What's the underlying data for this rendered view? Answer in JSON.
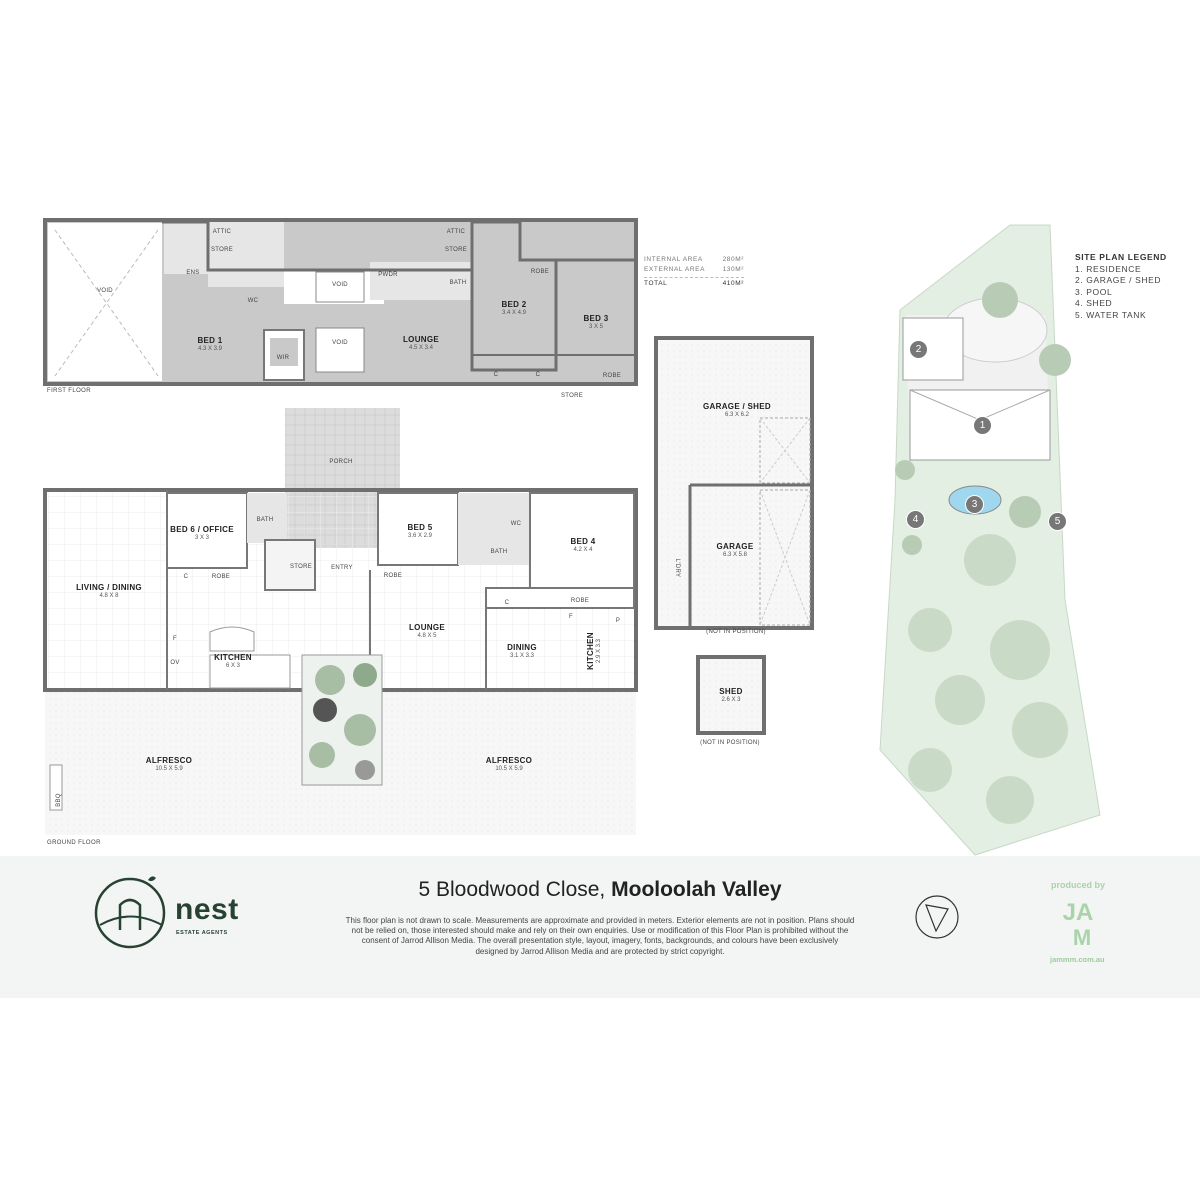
{
  "colors": {
    "wall": "#6f6f6f",
    "first_floor_fill": "#c9c9c9",
    "wet_area": "#e6e6e6",
    "site_green": "#e3efe3",
    "brand_green": "#274233",
    "jam_green": "#a9d3a9",
    "footer_bg": "#f3f5f4"
  },
  "first_floor": {
    "label": "FIRST FLOOR",
    "rooms": [
      {
        "name": "VOID",
        "dims": ""
      },
      {
        "name": "ENS",
        "dims": ""
      },
      {
        "name": "ATTIC STORE",
        "dims": ""
      },
      {
        "name": "WC",
        "dims": ""
      },
      {
        "name": "VOID",
        "dims": ""
      },
      {
        "name": "PWDR",
        "dims": ""
      },
      {
        "name": "BATH",
        "dims": ""
      },
      {
        "name": "ATTIC STORE",
        "dims": ""
      },
      {
        "name": "BED 1",
        "dims": "4.3 X 3.9"
      },
      {
        "name": "WIR",
        "dims": ""
      },
      {
        "name": "VOID",
        "dims": ""
      },
      {
        "name": "LOUNGE",
        "dims": "4.5 X 3.4"
      },
      {
        "name": "BED 2",
        "dims": "3.4 X 4.9"
      },
      {
        "name": "ROBE",
        "dims": ""
      },
      {
        "name": "BED 3",
        "dims": "3 X 5"
      },
      {
        "name": "C",
        "dims": ""
      },
      {
        "name": "C",
        "dims": ""
      },
      {
        "name": "ROBE",
        "dims": ""
      },
      {
        "name": "STORE",
        "dims": ""
      }
    ]
  },
  "areas": {
    "internal": {
      "label": "INTERNAL AREA",
      "value": "280M²"
    },
    "external": {
      "label": "EXTERNAL AREA",
      "value": "130M²"
    },
    "total": {
      "label": "TOTAL",
      "value": "410M²"
    }
  },
  "ground_floor": {
    "label": "GROUND FLOOR",
    "rooms": [
      {
        "name": "PORCH",
        "dims": ""
      },
      {
        "name": "BED 6 / OFFICE",
        "dims": "3 X 3"
      },
      {
        "name": "BATH",
        "dims": ""
      },
      {
        "name": "C",
        "dims": ""
      },
      {
        "name": "ROBE",
        "dims": ""
      },
      {
        "name": "STORE",
        "dims": ""
      },
      {
        "name": "ENTRY",
        "dims": ""
      },
      {
        "name": "BED 5",
        "dims": "3.6 X 2.9"
      },
      {
        "name": "ROBE",
        "dims": ""
      },
      {
        "name": "BATH",
        "dims": ""
      },
      {
        "name": "WC",
        "dims": ""
      },
      {
        "name": "BED 4",
        "dims": "4.2 X 4"
      },
      {
        "name": "C",
        "dims": ""
      },
      {
        "name": "ROBE",
        "dims": ""
      },
      {
        "name": "LIVING / DINING",
        "dims": "4.8 X 8"
      },
      {
        "name": "F",
        "dims": ""
      },
      {
        "name": "OV",
        "dims": ""
      },
      {
        "name": "KITCHEN",
        "dims": "6 X 3"
      },
      {
        "name": "LOUNGE",
        "dims": "4.8 X 5"
      },
      {
        "name": "DINING",
        "dims": "3.1 X 3.3"
      },
      {
        "name": "F",
        "dims": ""
      },
      {
        "name": "P",
        "dims": ""
      },
      {
        "name": "KITCHEN",
        "dims": "2.9 X 3.3"
      },
      {
        "name": "ALFRESCO",
        "dims": "10.5 X 5.9"
      },
      {
        "name": "ALFRESCO",
        "dims": "10.5 X 5.9"
      },
      {
        "name": "BBQ",
        "dims": ""
      }
    ]
  },
  "outbuildings": {
    "garage_shed": {
      "name": "GARAGE / SHED",
      "dims": "6.3 X 6.2"
    },
    "garage": {
      "name": "GARAGE",
      "dims": "6.3 X 5.8"
    },
    "laundry": {
      "name": "L'DRY",
      "dims": ""
    },
    "garage_note": "(NOT IN POSITION)",
    "shed": {
      "name": "SHED",
      "dims": "2.6 X 3"
    },
    "shed_note": "(NOT IN POSITION)"
  },
  "site_plan": {
    "legend_title": "SITE PLAN LEGEND",
    "items": [
      "1. RESIDENCE",
      "2. GARAGE / SHED",
      "3. POOL",
      "4. SHED",
      "5. WATER TANK"
    ],
    "markers": [
      "1",
      "2",
      "3",
      "4",
      "5"
    ]
  },
  "footer": {
    "address_street": "5 Bloodwood Close,",
    "address_suburb": "Mooloolah Valley",
    "disclaimer": "This floor plan is not drawn to scale. Measurements are approximate and provided in meters. Exterior elements are not in position. Plans should not be relied on, those interested should make and rely on their own enquiries. Use or modification of this Floor Plan is prohibited without the consent of Jarrod Allison Media. The overall presentation style, layout, imagery, fonts, backgrounds, and colours have been exclusively designed by Jarrod Allison Media and are protected by strict copyright.",
    "agency_logo": {
      "name": "nest",
      "tagline": "ESTATE AGENTS"
    },
    "north_icon": "north-arrow-icon",
    "producer_logo": {
      "text": "produced by",
      "mark": "JAM",
      "url": "jammm.com.au"
    }
  }
}
